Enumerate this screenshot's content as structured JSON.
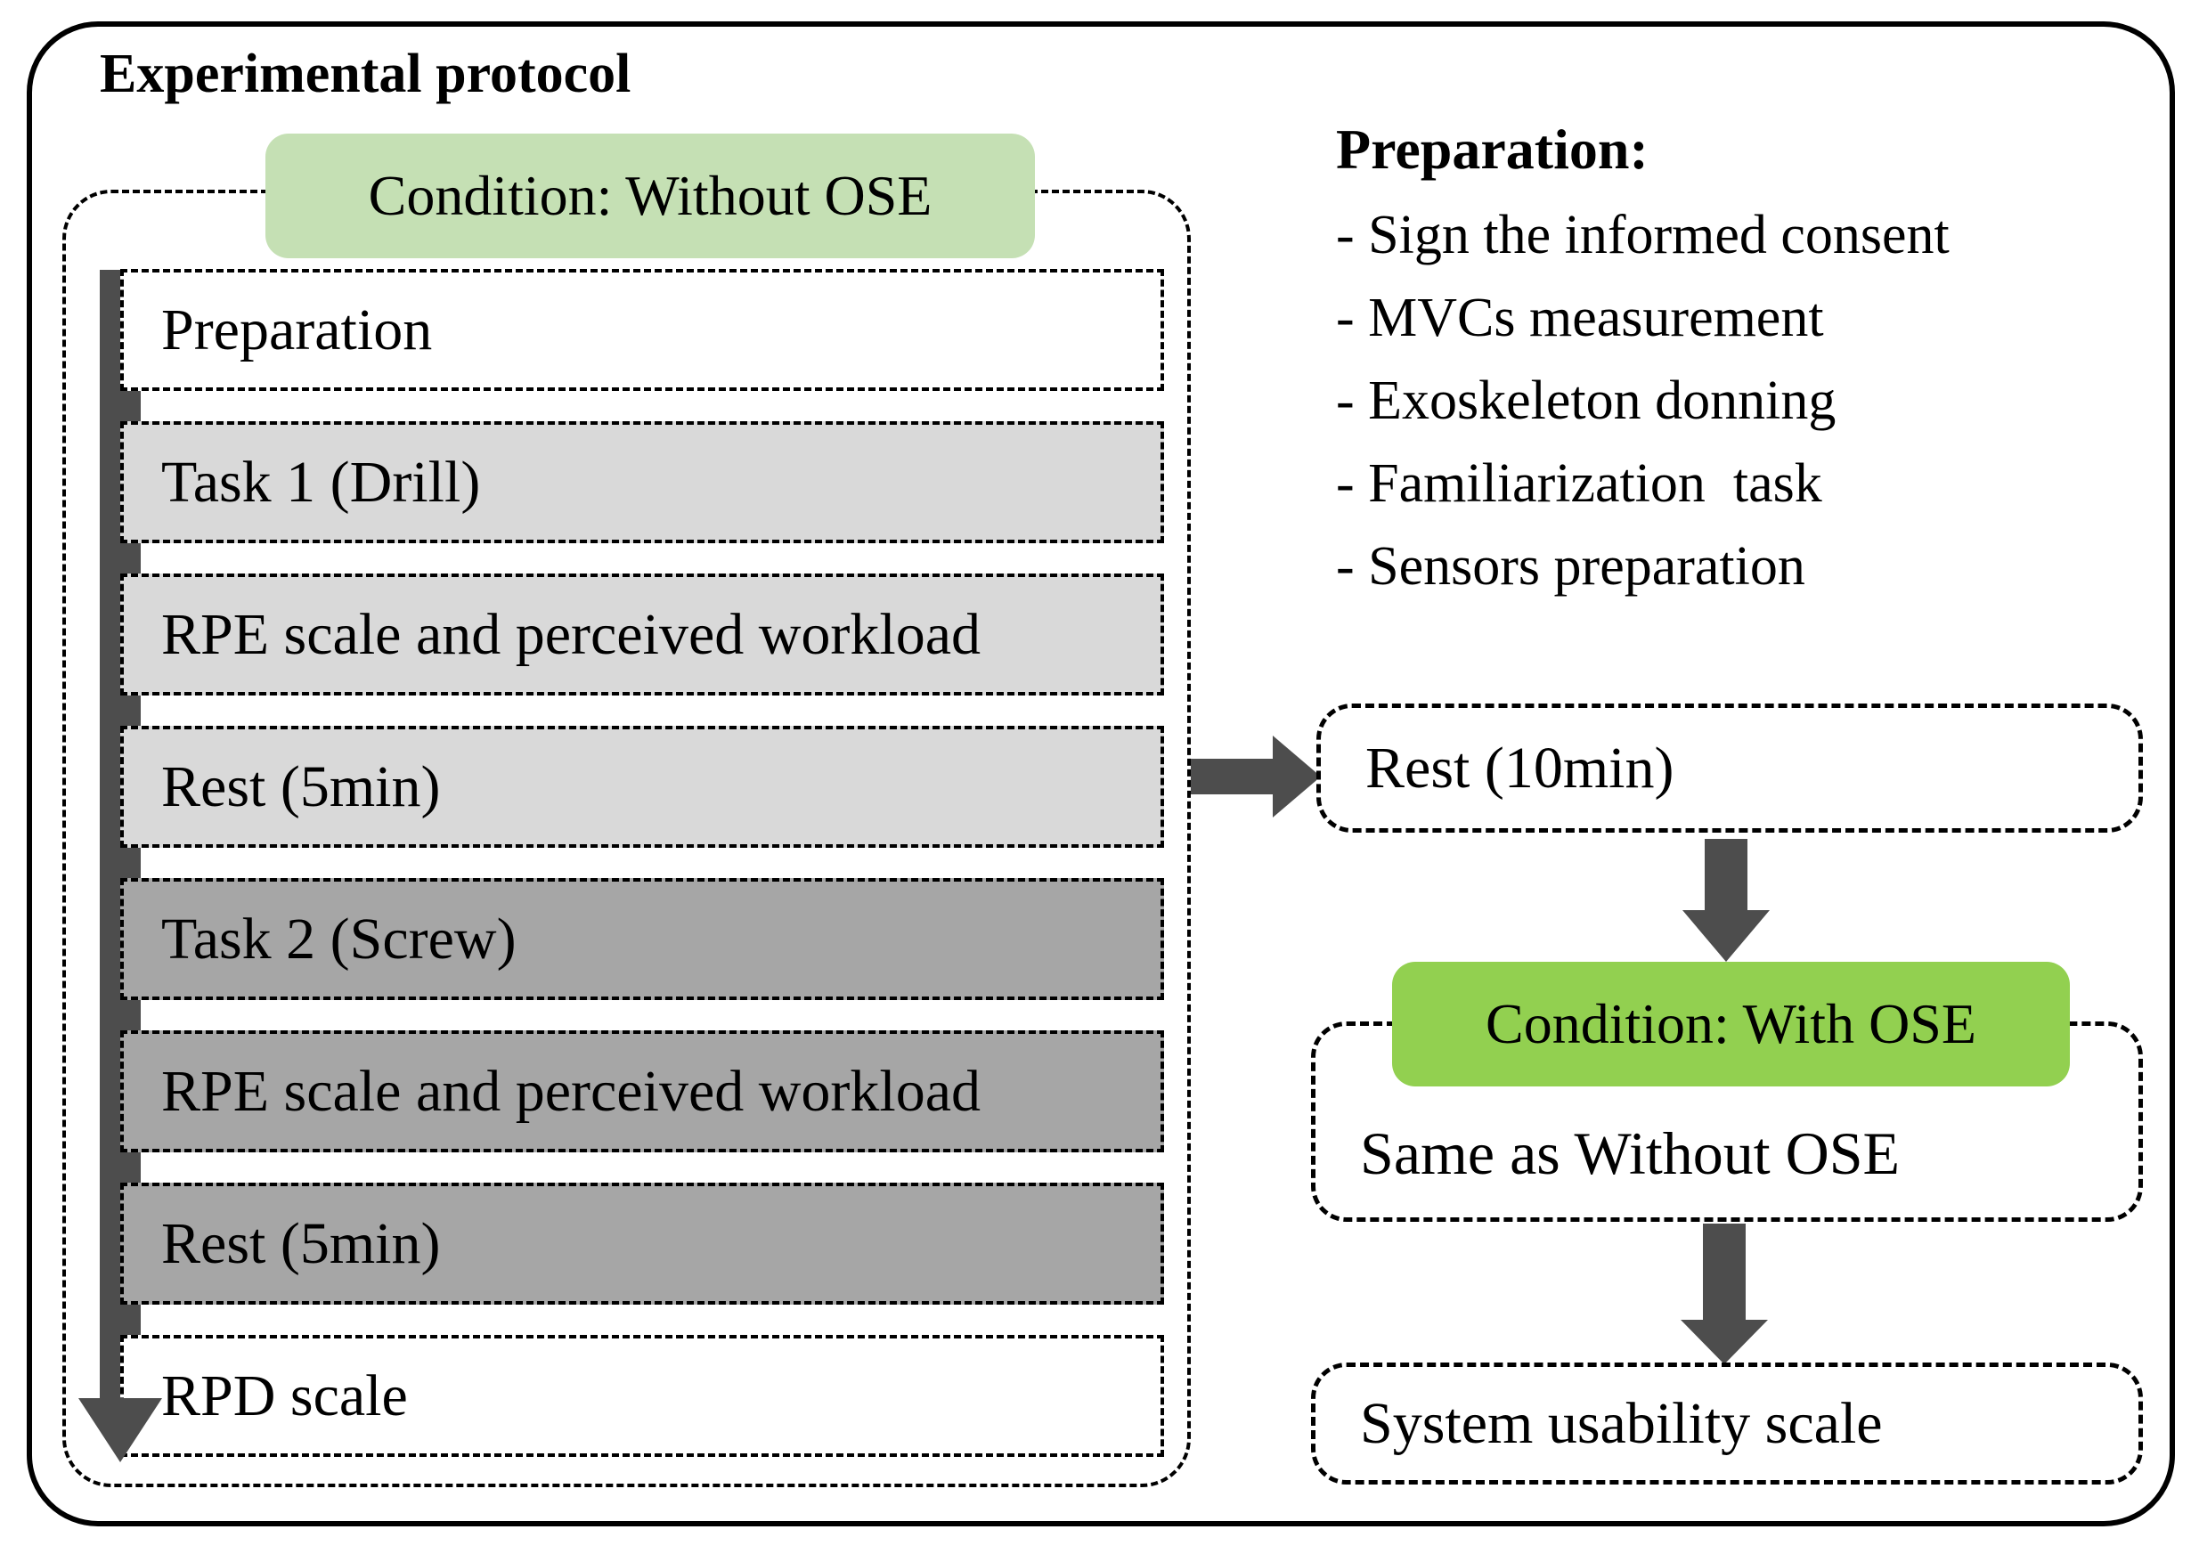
{
  "figure_title": "Experimental protocol",
  "colors": {
    "light_green": "#c5e0b4",
    "bright_green": "#92d050",
    "light_gray": "#d9d9d9",
    "medium_gray": "#a6a6a6",
    "arrow_gray": "#4d4d4d",
    "white": "#ffffff"
  },
  "without_ose": {
    "condition_label": "Condition: Without OSE",
    "rows": [
      {
        "label": "Preparation",
        "fill": "#ffffff"
      },
      {
        "label": "Task 1 (Drill)",
        "fill": "#d9d9d9"
      },
      {
        "label": "RPE scale and perceived workload",
        "fill": "#d9d9d9"
      },
      {
        "label": "Rest (5min)",
        "fill": "#d9d9d9"
      },
      {
        "label": "Task 2 (Screw)",
        "fill": "#a6a6a6"
      },
      {
        "label": "RPE scale and perceived workload",
        "fill": "#a6a6a6"
      },
      {
        "label": "Rest (5min)",
        "fill": "#a6a6a6"
      },
      {
        "label": "RPD scale",
        "fill": "#ffffff"
      }
    ]
  },
  "preparation_notes": {
    "heading": "Preparation:",
    "items": [
      "- Sign the informed consent",
      "- MVCs measurement",
      "- Exoskeleton donning",
      "- Familiarization  task",
      "- Sensors preparation"
    ]
  },
  "with_ose_flow": {
    "rest_label": "Rest (10min)",
    "condition_label": "Condition: With OSE",
    "same_as_label": "Same as Without OSE",
    "usability_label": "System usability scale"
  }
}
